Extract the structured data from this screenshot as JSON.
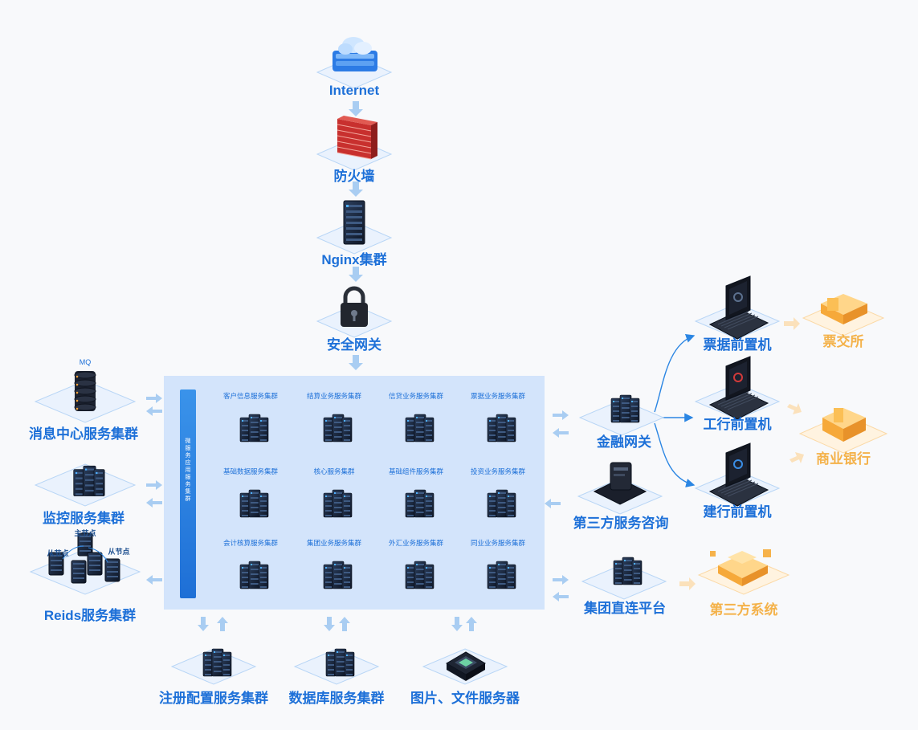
{
  "top_chain": [
    {
      "id": "internet",
      "label": "Internet",
      "icon": "cloud-icon"
    },
    {
      "id": "firewall",
      "label": "防火墙",
      "icon": "firewall-icon"
    },
    {
      "id": "nginx",
      "label": "Nginx集群",
      "icon": "server-tower-icon"
    },
    {
      "id": "gateway",
      "label": "安全网关",
      "icon": "padlock-icon"
    }
  ],
  "cluster": {
    "vertical_label": "微服务应用服务集群",
    "services": [
      "客户信息服务集群",
      "结算业务服务集群",
      "信贷业务服务集群",
      "票据业务服务集群",
      "基础数据服务集群",
      "核心服务集群",
      "基础组件服务集群",
      "投资业务服务集群",
      "会计核算服务集群",
      "集团业务服务集群",
      "外汇业务服务集群",
      "同业业务服务集群"
    ]
  },
  "left": {
    "mq_label": "MQ",
    "message_center": "消息中心服务集群",
    "monitor": "监控服务集群",
    "redis": "Reids服务集群",
    "redis_master": "主节点",
    "redis_slave_left": "从节点",
    "redis_slave_right": "从节点"
  },
  "bottom": {
    "registry": "注册配置服务集群",
    "database": "数据库服务集群",
    "file_server": "图片、文件服务器"
  },
  "right": {
    "finance_gateway": "金融网关",
    "third_party_consult": "第三方服务咨询",
    "group_platform": "集团直连平台",
    "bill_frontend": "票据前置机",
    "icbc_frontend": "工行前置机",
    "ccb_frontend": "建行前置机",
    "bill_exchange": "票交所",
    "commercial_bank": "商业银行",
    "third_party_system": "第三方系统"
  },
  "colors": {
    "primary": "#1d70d8",
    "accent_orange": "#f4b24a",
    "cluster_bg": "#d3e4fb",
    "arrow": "#a9cdf2"
  }
}
